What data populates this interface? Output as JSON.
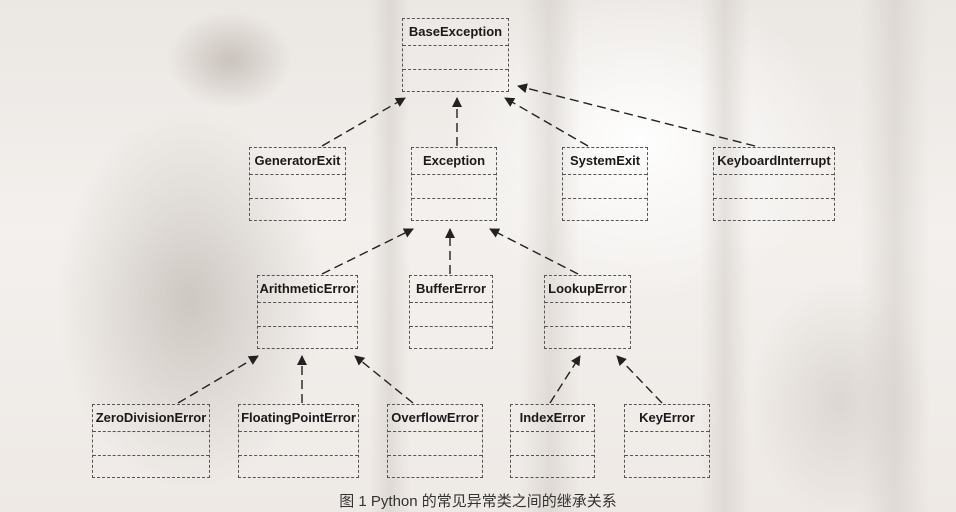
{
  "diagram": {
    "classes": [
      {
        "id": "BaseException",
        "label": "BaseException"
      },
      {
        "id": "GeneratorExit",
        "label": "GeneratorExit"
      },
      {
        "id": "Exception",
        "label": "Exception"
      },
      {
        "id": "SystemExit",
        "label": "SystemExit"
      },
      {
        "id": "KeyboardInterrupt",
        "label": "KeyboardInterrupt"
      },
      {
        "id": "ArithmeticError",
        "label": "ArithmeticError"
      },
      {
        "id": "BufferError",
        "label": "BufferError"
      },
      {
        "id": "LookupError",
        "label": "LookupError"
      },
      {
        "id": "ZeroDivisionError",
        "label": "ZeroDivisionError"
      },
      {
        "id": "FloatingPointError",
        "label": "FloatingPointError"
      },
      {
        "id": "OverflowError",
        "label": "OverflowError"
      },
      {
        "id": "IndexError",
        "label": "IndexError"
      },
      {
        "id": "KeyError",
        "label": "KeyError"
      }
    ],
    "edges": [
      {
        "from": "GeneratorExit",
        "to": "BaseException"
      },
      {
        "from": "Exception",
        "to": "BaseException"
      },
      {
        "from": "SystemExit",
        "to": "BaseException"
      },
      {
        "from": "KeyboardInterrupt",
        "to": "BaseException"
      },
      {
        "from": "ArithmeticError",
        "to": "Exception"
      },
      {
        "from": "BufferError",
        "to": "Exception"
      },
      {
        "from": "LookupError",
        "to": "Exception"
      },
      {
        "from": "ZeroDivisionError",
        "to": "ArithmeticError"
      },
      {
        "from": "FloatingPointError",
        "to": "ArithmeticError"
      },
      {
        "from": "OverflowError",
        "to": "ArithmeticError"
      },
      {
        "from": "IndexError",
        "to": "LookupError"
      },
      {
        "from": "KeyError",
        "to": "LookupError"
      }
    ],
    "caption": "图 1 Python 的常见异常类之间的继承关系"
  }
}
